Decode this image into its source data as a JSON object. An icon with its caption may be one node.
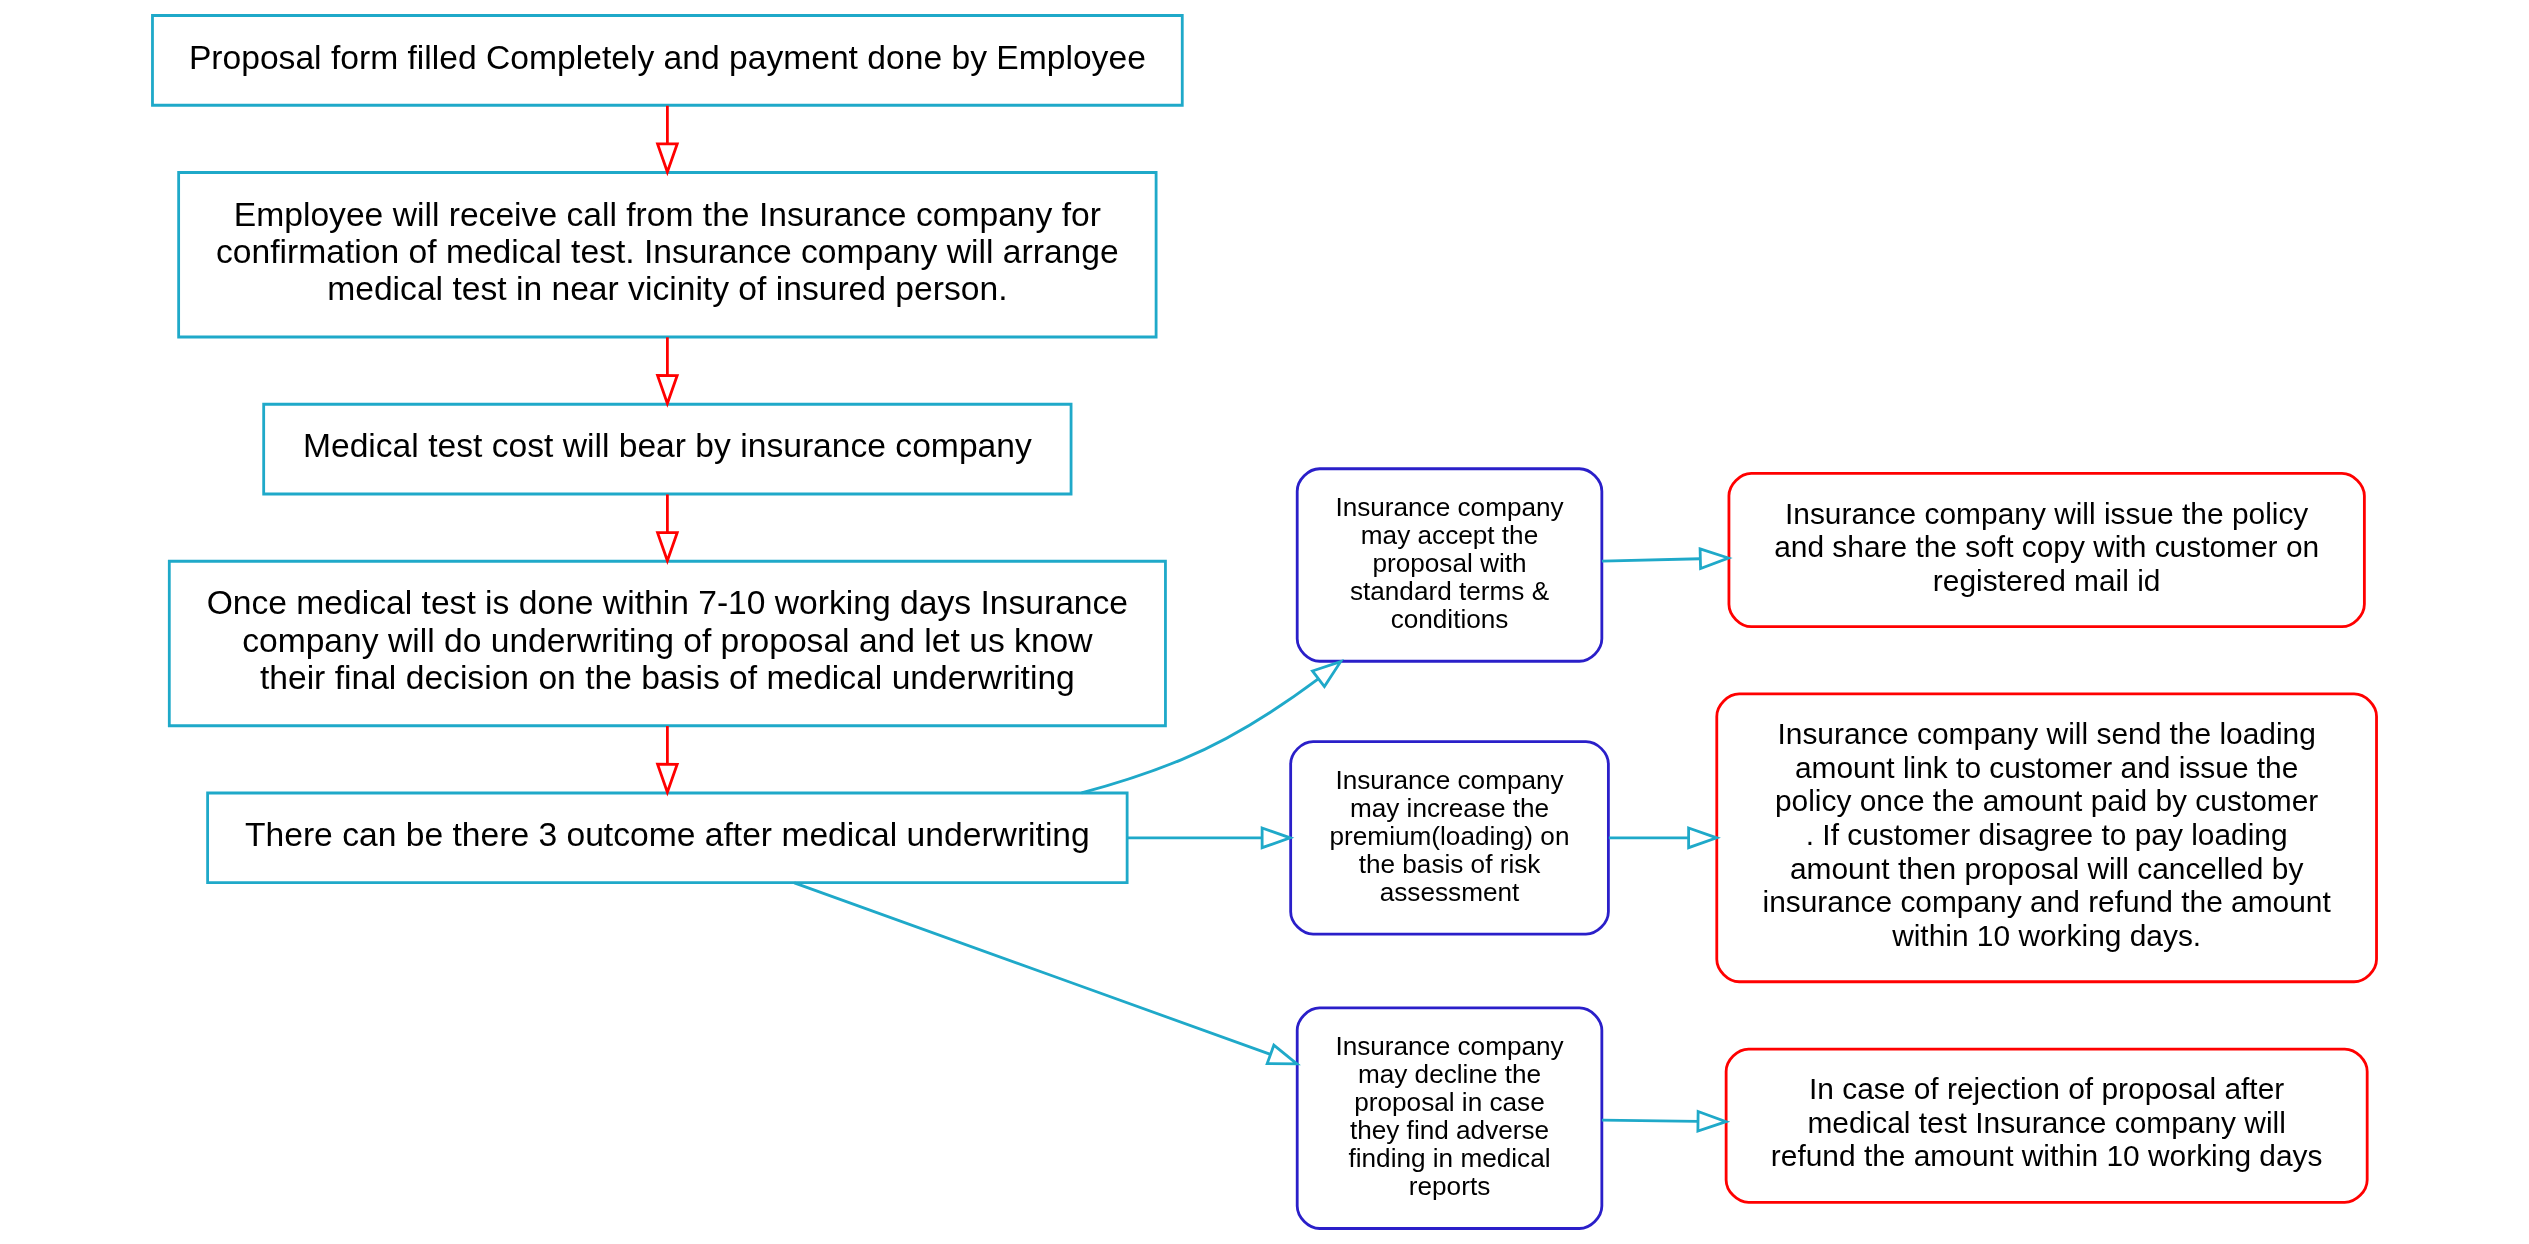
{
  "diagram": {
    "nodes": [
      {
        "text": [
          "Proposal form filled Completely and payment done by Employee"
        ]
      },
      {
        "text": [
          "Employee will receive call from the Insurance company for confirmation of medical test. Insurance company will arrange medical test in near vicinity of insured person."
        ]
      },
      {
        "text": [
          "Medical test cost will bear by insurance company"
        ]
      },
      {
        "text": [
          "Once medical test is done within 7-10 working days Insurance company will do underwriting of proposal and let us know their final decision on the basis of medical underwriting"
        ]
      },
      {
        "text": [
          "There can be there 3 outcome after medical underwriting"
        ]
      },
      {
        "text": [
          "Insurance company may accept the proposal with standard terms & conditions"
        ]
      },
      {
        "text": [
          "Insurance company may increase the premium(loading) on the basis of risk assessment"
        ]
      },
      {
        "text": [
          "Insurance company may decline the proposal in case they find adverse finding in medical reports"
        ]
      },
      {
        "text": [
          "Insurance company will issue the policy and share the soft copy with customer on registered mail id"
        ]
      },
      {
        "text": [
          "Insurance company will send the loading amount link to customer and issue the policy once the amount paid by customer . If customer disagree to pay loading amount then proposal will cancelled by insurance company and refund the amount within 10 working days."
        ]
      },
      {
        "text": [
          "In case of rejection of proposal after medical test Insurance company will refund the amount within 10 working days"
        ]
      }
    ],
    "edges": [
      {
        "from": 0,
        "to": 1,
        "arrow": "to",
        "color": "#ff0000"
      },
      {
        "from": 1,
        "to": 2,
        "arrow": "to",
        "color": "#ff0000"
      },
      {
        "from": 2,
        "to": 3,
        "arrow": "to",
        "color": "#ff0000"
      },
      {
        "from": 3,
        "to": 4,
        "arrow": "to",
        "color": "#ff0000"
      },
      {
        "from": 4,
        "to": 5,
        "arrow": "to"
      },
      {
        "from": 4,
        "to": 6,
        "arrow": "to"
      },
      {
        "from": 4,
        "to": 7,
        "arrow": "to"
      },
      {
        "from": 5,
        "to": 8,
        "arrow": "to"
      },
      {
        "from": 6,
        "to": 9,
        "arrow": "to"
      },
      {
        "from": 7,
        "to": 10,
        "arrow": "to"
      }
    ]
  }
}
